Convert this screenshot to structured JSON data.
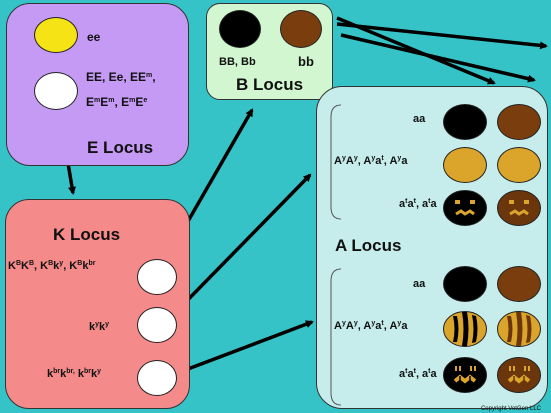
{
  "e_locus": {
    "title": "E Locus",
    "rows": [
      {
        "genotype": "ee",
        "color": "#f5e316"
      },
      {
        "genotype_line1": "EE, Ee, EE",
        "sup1": "m",
        "genotype_line2_a": "E",
        "sup2": "m",
        "genotype_line2_b": "E",
        "sup3": "m",
        "genotype_line2_c": ", E",
        "sup4": "m",
        "genotype_line2_d": "E",
        "sup5": "e",
        "color": "#ffffff"
      }
    ]
  },
  "b_locus": {
    "title": "B Locus",
    "rows": [
      {
        "genotype": "BB, Bb",
        "color": "#000000"
      },
      {
        "genotype": "bb",
        "color": "#7a3e0e"
      }
    ]
  },
  "k_locus": {
    "title": "K Locus",
    "rows": [
      {
        "genotype": "K^BK^B, K^Bk^y, K^Bk^br",
        "color": "#ffffff"
      },
      {
        "genotype": "k^yk^y",
        "color": "#ffffff"
      },
      {
        "genotype": "k^brk^br, k^brk^y",
        "color": "#ffffff"
      }
    ]
  },
  "a_locus": {
    "title": "A Locus",
    "groups": [
      {
        "pattern": "solid",
        "rows": [
          {
            "genotype": "aa",
            "colors": [
              "#000000",
              "#7a3e0e"
            ],
            "style": "solid"
          },
          {
            "genotype": "AyAy, Ayat, Aya",
            "colors": [
              "#dba52b",
              "#dba52b"
            ],
            "style": "solid"
          },
          {
            "genotype": "atat, ata",
            "colors": [
              "#000000",
              "#6b360c"
            ],
            "style": "tan-points"
          }
        ]
      },
      {
        "pattern": "brindle",
        "rows": [
          {
            "genotype": "aa",
            "colors": [
              "#000000",
              "#7a3e0e"
            ],
            "style": "solid"
          },
          {
            "genotype": "AyAy, Ayat, Aya",
            "colors": [
              "#dba52b",
              "#dba52b"
            ],
            "style": "brindle"
          },
          {
            "genotype": "atat, ata",
            "colors": [
              "#000000",
              "#6b360c"
            ],
            "style": "brindle-points"
          }
        ]
      }
    ]
  },
  "copyright": "Copyright VetGen LLC",
  "colors": {
    "background": "#36c3c8",
    "tan": "#dba52b"
  }
}
